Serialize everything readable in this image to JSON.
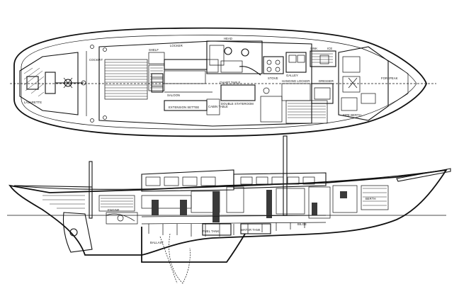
{
  "plan_labels": {
    "saloon": "SALOON",
    "galley": "GALLEY",
    "head": "HEAD",
    "forepeak": "FOREPEAK",
    "chart_table": "CHART TABLE",
    "hanging_locker": "HANGING LOCKER",
    "double_stateroom": "DOUBLE STATEROOM",
    "extension_settee": "EXTENSION SETTEE",
    "cabin_table": "CABIN TABLE",
    "shelf": "SHELF",
    "locker": "LOCKER",
    "dresser": "DRESSER",
    "stove": "STOVE",
    "sink": "SINK",
    "ice": "ICE",
    "pipe_berth": "PIPE BERTH",
    "cockpit": "COCKPIT",
    "lazarette": "LAZARETTE"
  },
  "profile_labels": {
    "engine": "ENGINE",
    "fuel_tank": "FUEL TANK",
    "water_tank": "WATER TANK",
    "ballast": "BALLAST",
    "berth": "BERTH",
    "bilge": "BILGE"
  },
  "colors": {
    "ink": "#111111",
    "paper": "#ffffff",
    "shade": "#3a3a3a"
  }
}
